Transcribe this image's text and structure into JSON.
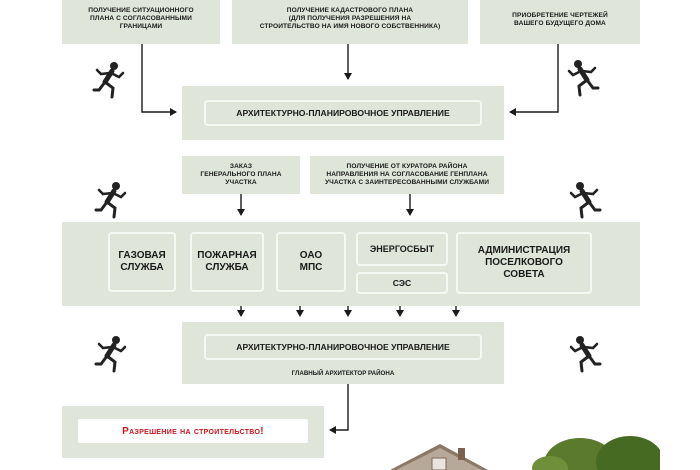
{
  "top_boxes": {
    "situational_plan": "получение ситуационного\nплана с согласованными\nграницами",
    "cadastral_plan": "получение кадастрового плана\n(для получения разрешения на\nстроительство на имя нового собственника)",
    "house_drawings": "приобретение чертежей\nвашего будущего дома"
  },
  "apu_top": {
    "title": "Архитектурно-планировочное управление"
  },
  "middle_labels": {
    "general_plan_order": "Заказ\nгенерального плана\nучастка",
    "curator_referral": "Получение от куратора района\nнаправления на согласование генплана\nучастка с заинтересованными службами"
  },
  "services": {
    "gas": "Газовая\nслужба",
    "fire": "Пожарная\nслужба",
    "mps": "ОАО\nМПС",
    "energosbyt": "Энергосбыт",
    "ses": "СЭС",
    "administration": "Администрация\nпоселкового\nсовета"
  },
  "apu_bottom": {
    "title": "Архитектурно-планировочное управление",
    "subtitle": "главный архитектор района"
  },
  "permit": {
    "label": "Разрешение на строительство!"
  },
  "icons": {
    "runner": "running-man-icon",
    "house": "house-photo"
  },
  "colors": {
    "box_fill": "#dfe5d9",
    "permit_text": "#d4141c",
    "arrow": "#1a1a1a"
  }
}
